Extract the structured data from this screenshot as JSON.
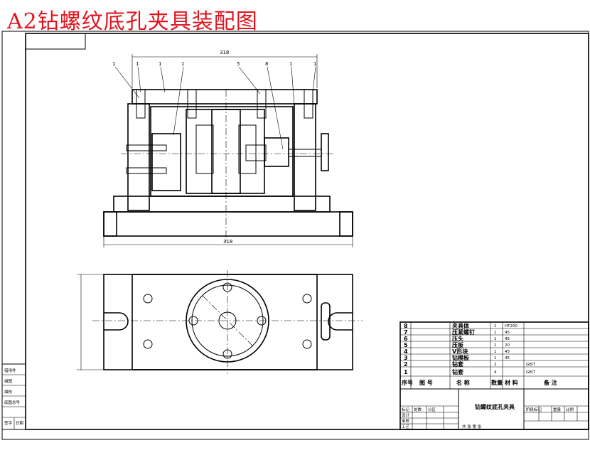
{
  "title": "A2钻螺纹底孔夹具装配图",
  "front_view": {
    "balloons": [
      "1",
      "1",
      "1",
      "1",
      "5",
      "8",
      "1",
      "1"
    ],
    "dims": {
      "width": "318"
    }
  },
  "bom": {
    "rows": [
      {
        "no": "8",
        "name": "夹具体",
        "qty": "1",
        "mat": "HT200",
        "note": ""
      },
      {
        "no": "7",
        "name": "压紧螺钉",
        "qty": "1",
        "mat": "45",
        "note": ""
      },
      {
        "no": "6",
        "name": "压头",
        "qty": "1",
        "mat": "45",
        "note": ""
      },
      {
        "no": "5",
        "name": "压板",
        "qty": "1",
        "mat": "20",
        "note": ""
      },
      {
        "no": "4",
        "name": "V形块",
        "qty": "1",
        "mat": "45",
        "note": ""
      },
      {
        "no": "3",
        "name": "钻模板",
        "qty": "1",
        "mat": "45",
        "note": ""
      },
      {
        "no": "2",
        "name": "钻套",
        "qty": "2",
        "mat": "",
        "note": "GB/T"
      },
      {
        "no": "1",
        "name": "钻套",
        "qty": "4",
        "mat": "",
        "note": "GB/T"
      }
    ],
    "header": {
      "no": "序号",
      "code": "图 号",
      "name": "名 称",
      "qty": "数量",
      "mat": "材 料",
      "note": "备 注"
    }
  },
  "title_block": {
    "drawing_name": "钻螺纹底孔夹具",
    "left": [
      "标记",
      "处数",
      "分区",
      "设计",
      "审核",
      "工艺"
    ],
    "right": [
      "阶段标记",
      "重量",
      "比例"
    ],
    "bottom": "共 张 第 张"
  },
  "side_block": {
    "cells": [
      "借用件",
      "描图",
      "描校",
      "底图总号",
      "签字",
      "日期"
    ]
  }
}
